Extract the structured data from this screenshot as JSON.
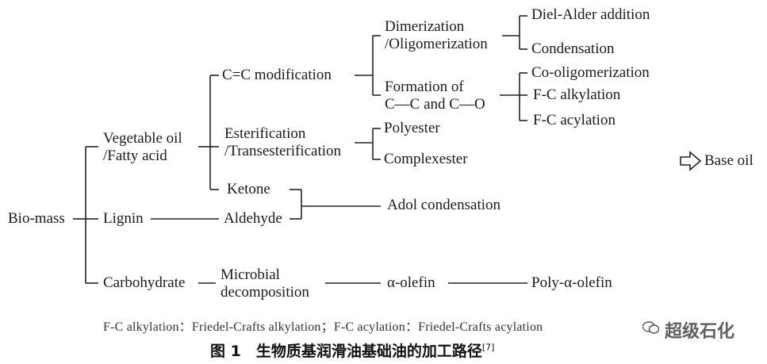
{
  "nodes": {
    "biomass": "Bio-mass",
    "vegetable_oil": "Vegetable oil",
    "fatty_acid": "/Fatty acid",
    "lignin": "Lignin",
    "carbohydrate": "Carbohydrate",
    "cc_modification": "C=C modification",
    "esterification": "Esterification",
    "transesterification": "/Transesterification",
    "ketone": "Ketone",
    "aldehyde": "Aldehyde",
    "microbial": "Microbial",
    "decomposition": "decomposition",
    "dimerization": "Dimerization",
    "oligomerization": "/Oligomerization",
    "formation_of": "Formation of",
    "cc_and_co": "C—C and C—O",
    "polyester": "Polyester",
    "complexester": "Complexester",
    "adol_condensation": "Adol condensation",
    "alpha_olefin": "α-olefin",
    "poly_alpha_olefin": "Poly-α-olefin",
    "diels_alder": "Diel-Alder addition",
    "condensation": "Condensation",
    "co_oligomerization": "Co-oligomerization",
    "fc_alkylation": "F-C alkylation",
    "fc_acylation": "F-C acylation",
    "base_oil": "Base oil"
  },
  "caption": "F-C alkylation：Friedel-Crafts alkylation；F-C acylation：Friedel-Crafts acylation",
  "figure_title": "图 1　生物质基润滑油基础油的加工路径",
  "figure_ref": "[7]",
  "watermark": "超级石化"
}
